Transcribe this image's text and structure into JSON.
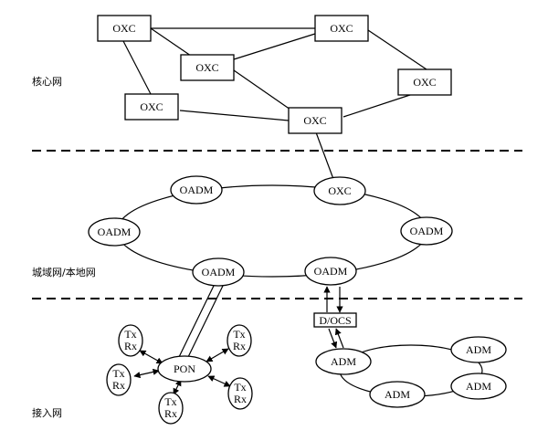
{
  "sections": {
    "core": "核心网",
    "metro": "城域网/本地网",
    "access": "接入网"
  },
  "nodes": {
    "oxc1": "OXC",
    "oxc2": "OXC",
    "oxc3": "OXC",
    "oxc4": "OXC",
    "oxc5": "OXC",
    "oxc6": "OXC",
    "oxc_ring": "OXC",
    "oadm_top": "OADM",
    "oadm_left": "OADM",
    "oadm_right": "OADM",
    "oadm_bl": "OADM",
    "oadm_br": "OADM",
    "docs": "D/OCS",
    "pon": "PON",
    "adm1": "ADM",
    "adm2": "ADM",
    "adm3": "ADM",
    "adm4": "ADM",
    "tx": "Tx",
    "rx": "Rx"
  }
}
